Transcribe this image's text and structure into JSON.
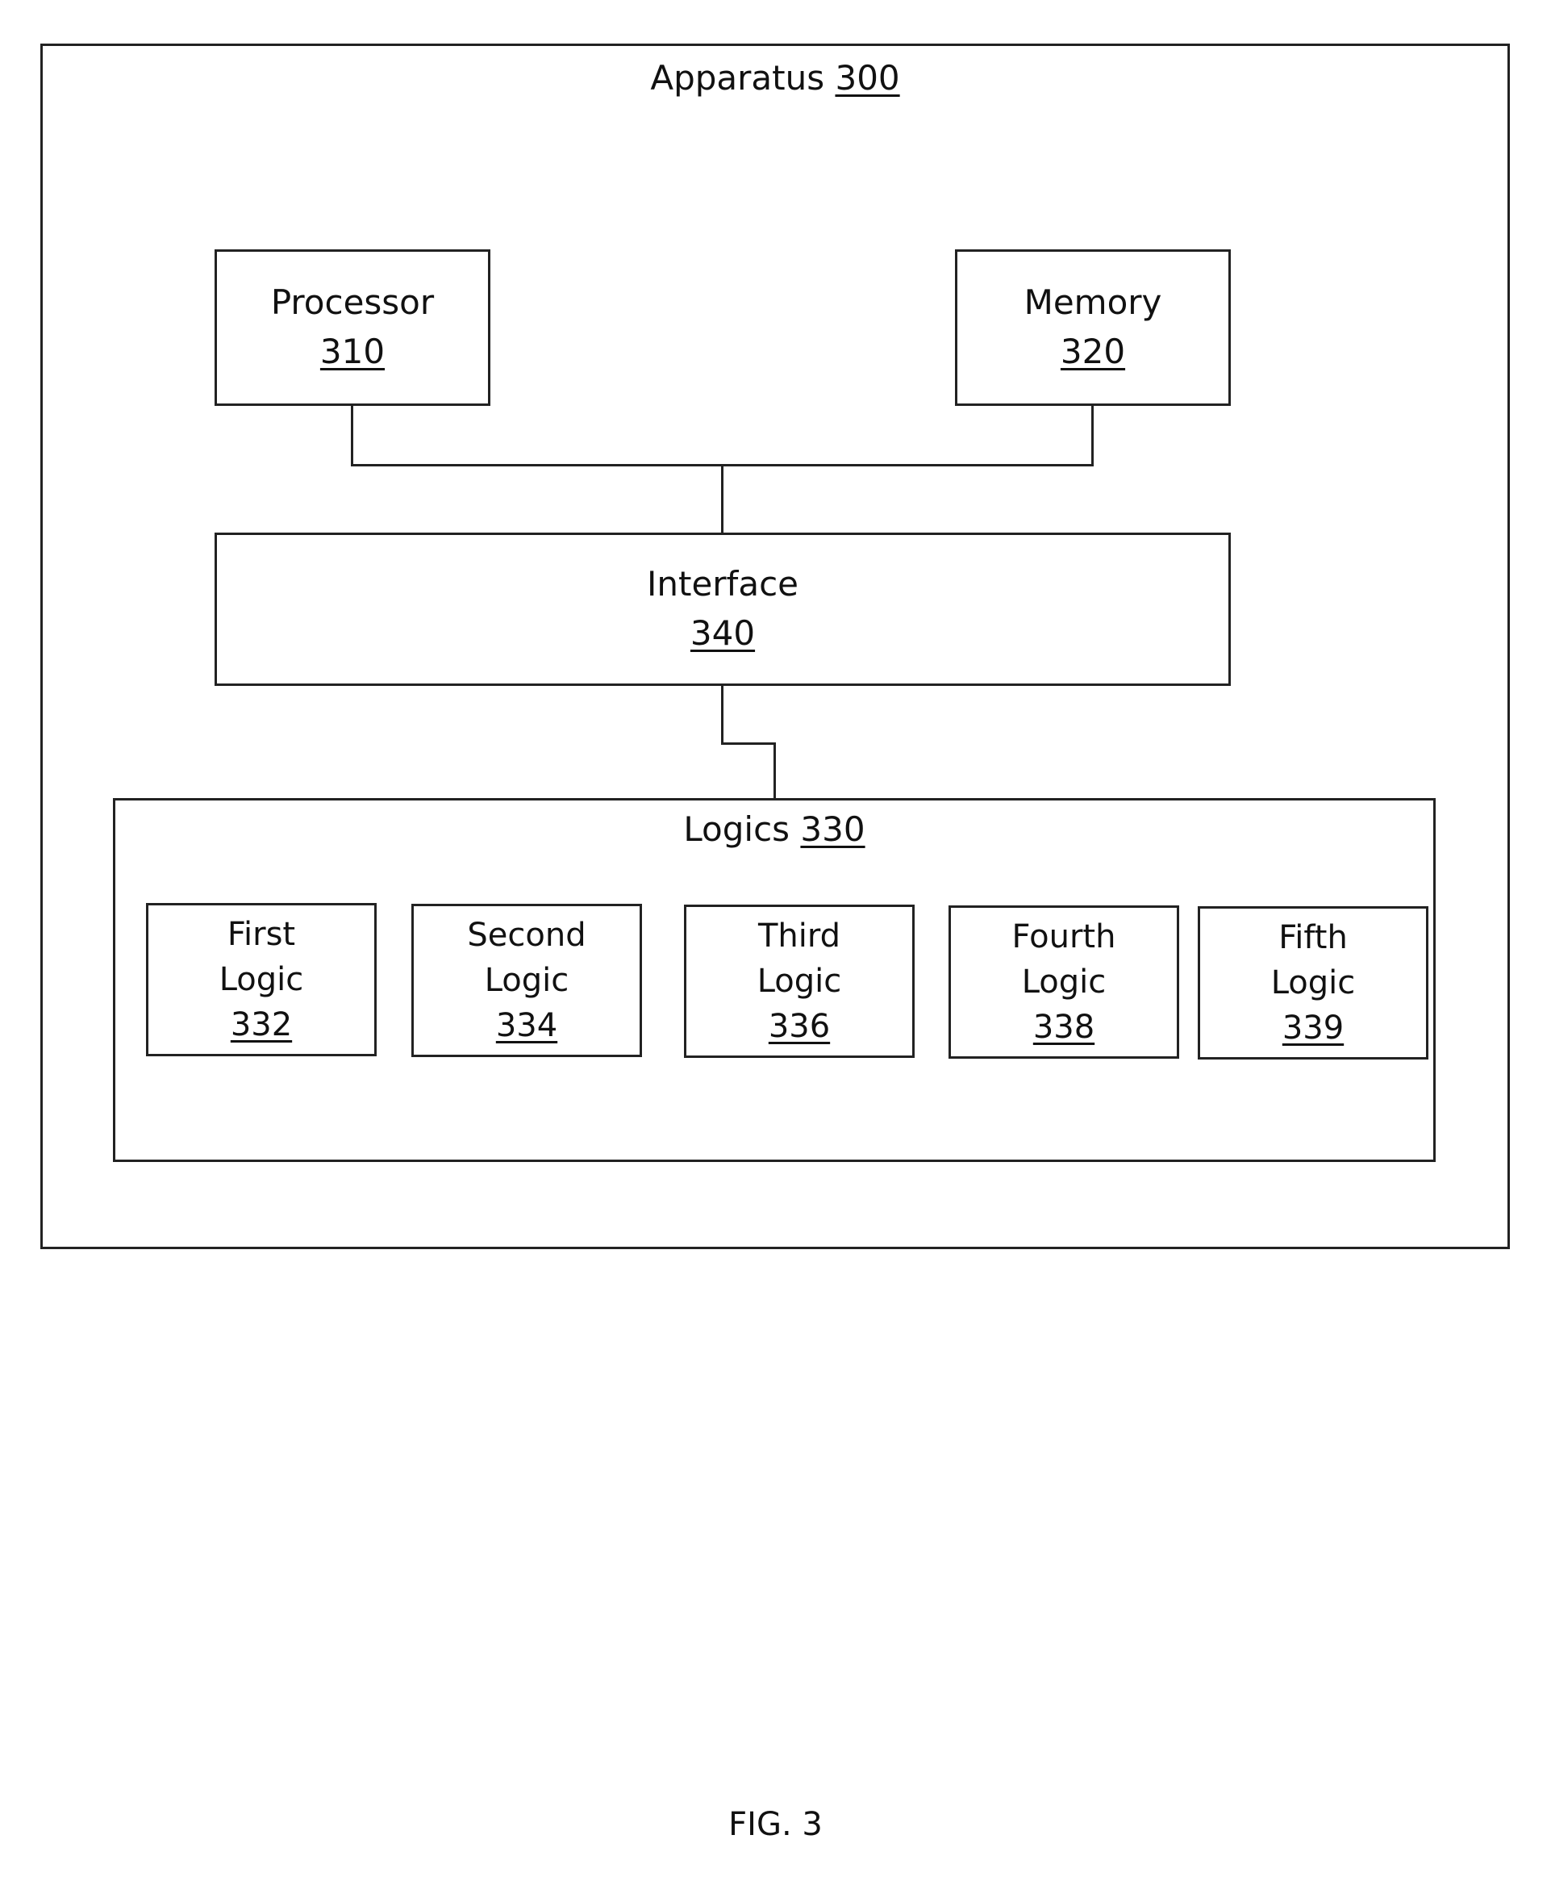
{
  "apparatus": {
    "name": "Apparatus",
    "ref": "300"
  },
  "processor": {
    "name": "Processor",
    "ref": "310"
  },
  "memory": {
    "name": "Memory",
    "ref": "320"
  },
  "interface": {
    "name": "Interface",
    "ref": "340"
  },
  "logics": {
    "name": "Logics",
    "ref": "330",
    "items": [
      {
        "line1": "First",
        "line2": "Logic",
        "ref": "332"
      },
      {
        "line1": "Second",
        "line2": "Logic",
        "ref": "334"
      },
      {
        "line1": "Third",
        "line2": "Logic",
        "ref": "336"
      },
      {
        "line1": "Fourth",
        "line2": "Logic",
        "ref": "338"
      },
      {
        "line1": "Fifth",
        "line2": "Logic",
        "ref": "339"
      }
    ]
  },
  "figure": {
    "caption": "FIG. 3"
  }
}
